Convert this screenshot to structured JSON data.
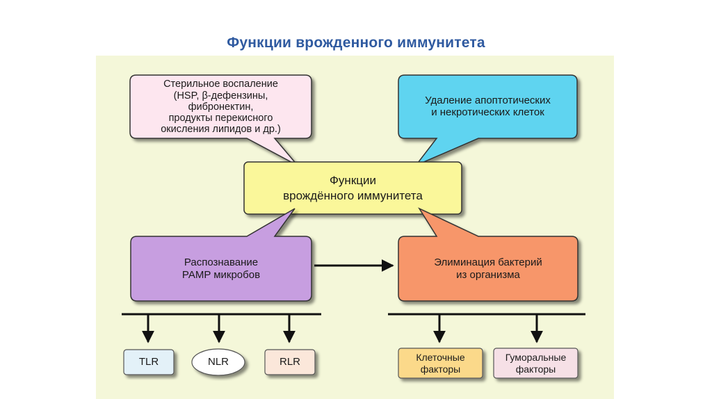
{
  "title": "Функции врожденного иммунитета",
  "center": {
    "line1": "Функции",
    "line2": "врождённого иммунитета"
  },
  "bubble_left": {
    "line1": "Стерильное воспаление",
    "line2": "(HSP, β-дефензины,",
    "line3": "фибронектин,",
    "line4": "продукты перекисного",
    "line5": "окисления липидов и др.)"
  },
  "bubble_right": {
    "line1": "Удаление апоптотических",
    "line2": "и некротических клеток"
  },
  "bubble_recognition": {
    "line1": "Распознавание",
    "line2": "PAMP микробов"
  },
  "bubble_elimination": {
    "line1": "Элиминация бактерий",
    "line2": "из организма"
  },
  "receptors": {
    "tlr": "TLR",
    "nlr": "NLR",
    "rlr": "RLR"
  },
  "factors": {
    "cellular": {
      "line1": "Клеточные",
      "line2": "факторы"
    },
    "humoral": {
      "line1": "Гуморальные",
      "line2": "факторы"
    }
  },
  "colors": {
    "title": "#2f5aa0",
    "panel": "#f4f7d9",
    "bubble_pink": "#fde6ef",
    "bubble_cyan": "#5fd4f0",
    "center_yellow": "#faf79a",
    "bubble_purple": "#c79ee0",
    "bubble_orange": "#f7966a",
    "tlr_fill": "#e3f1f8",
    "nlr_fill": "#ffffff",
    "rlr_fill": "#fbe7da",
    "cellular_fill": "#fbd98a",
    "humoral_fill": "#f6e0e6"
  }
}
